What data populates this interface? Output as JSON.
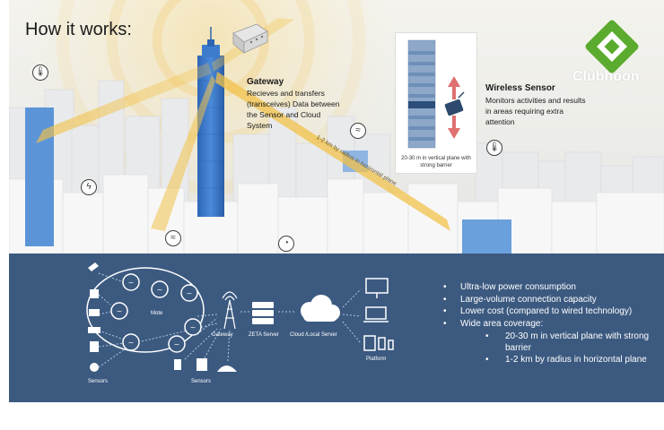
{
  "header": {
    "title": "How it works:"
  },
  "logo": {
    "text": "Clubhoon",
    "color": "#5aab2e"
  },
  "gateway": {
    "title": "Gateway",
    "description": "Recieves and transfers (transceives) Data between the Sensor and Cloud System"
  },
  "wireless_sensor": {
    "title": "Wireless Sensor",
    "description": "Monitors activities and results in areas requiring extra attention",
    "card_caption": "20-30 m in vertical plane with strong barrier"
  },
  "beam_label": "1-2 km by radius in horizontal plane",
  "network": {
    "labels": {
      "mote": "Mote",
      "gateway": "Gateway",
      "zeta_server": "ZETA Server",
      "cloud_server": "Cloud /Local Server",
      "platform": "Platform",
      "sensors_left": "Sensors",
      "sensors_bottom": "Sensors"
    }
  },
  "features": {
    "items": [
      "Ultra-low power consumption",
      "Large-volume connection capacity",
      "Lower cost (compared to wired technology)",
      "Wide area coverage:"
    ],
    "coverage": [
      "20-30 m in vertical plane with strong barrier",
      "1-2 km by radius in horizontal plane"
    ]
  },
  "colors": {
    "panel_bg": "#3c5a80",
    "beam": "#f2c24a",
    "tower_blue": "#3a78c8",
    "sensor_arrow": "#e07070"
  }
}
